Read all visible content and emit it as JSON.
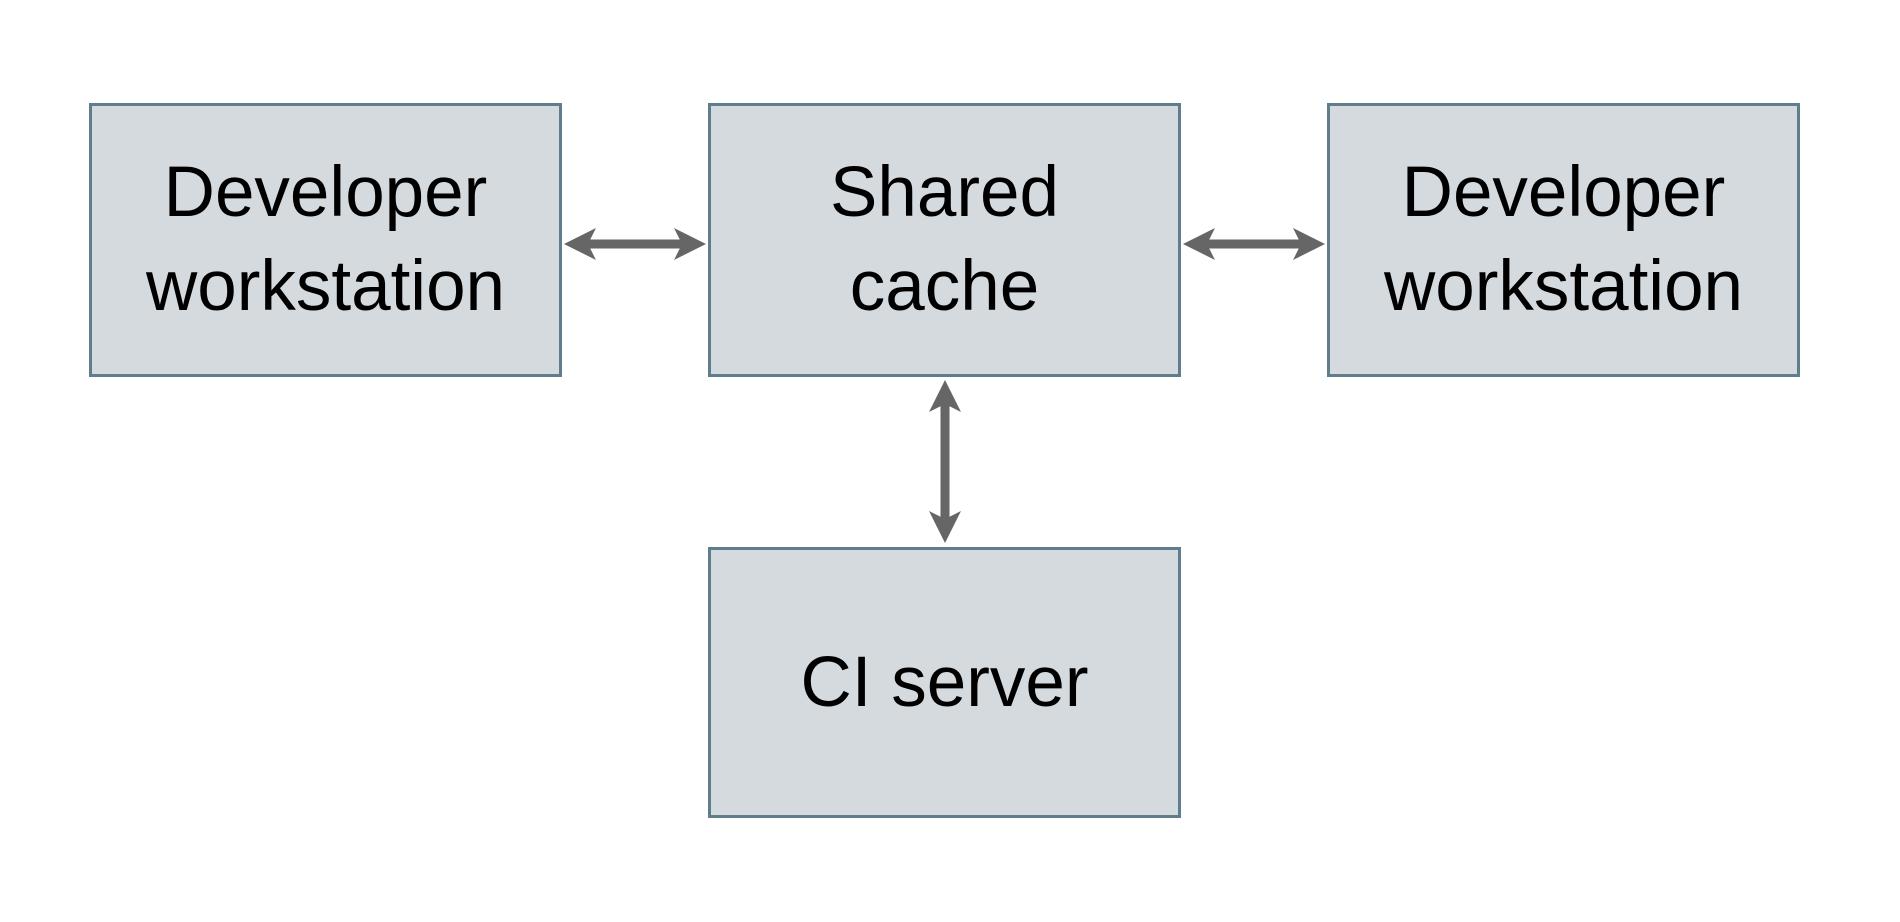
{
  "diagram": {
    "colors": {
      "background": "#ffffff",
      "node_fill": "#d4dade",
      "node_border": "#5f7d8a",
      "arrow": "#666666",
      "text": "#000000"
    },
    "nodes": [
      {
        "id": "developer-workstation-left",
        "label": "Developer\nworkstation"
      },
      {
        "id": "shared-cache",
        "label": "Shared\ncache"
      },
      {
        "id": "developer-workstation-right",
        "label": "Developer\nworkstation"
      },
      {
        "id": "ci-server",
        "label": "CI server"
      }
    ],
    "connectors": [
      {
        "id": "workstation-left-to-cache",
        "from": "developer-workstation-left",
        "to": "shared-cache",
        "style": "double-headed-arrow",
        "orientation": "horizontal"
      },
      {
        "id": "cache-to-workstation-right",
        "from": "shared-cache",
        "to": "developer-workstation-right",
        "style": "double-headed-arrow",
        "orientation": "horizontal"
      },
      {
        "id": "cache-to-ci-server",
        "from": "shared-cache",
        "to": "ci-server",
        "style": "double-headed-arrow",
        "orientation": "vertical"
      }
    ]
  }
}
